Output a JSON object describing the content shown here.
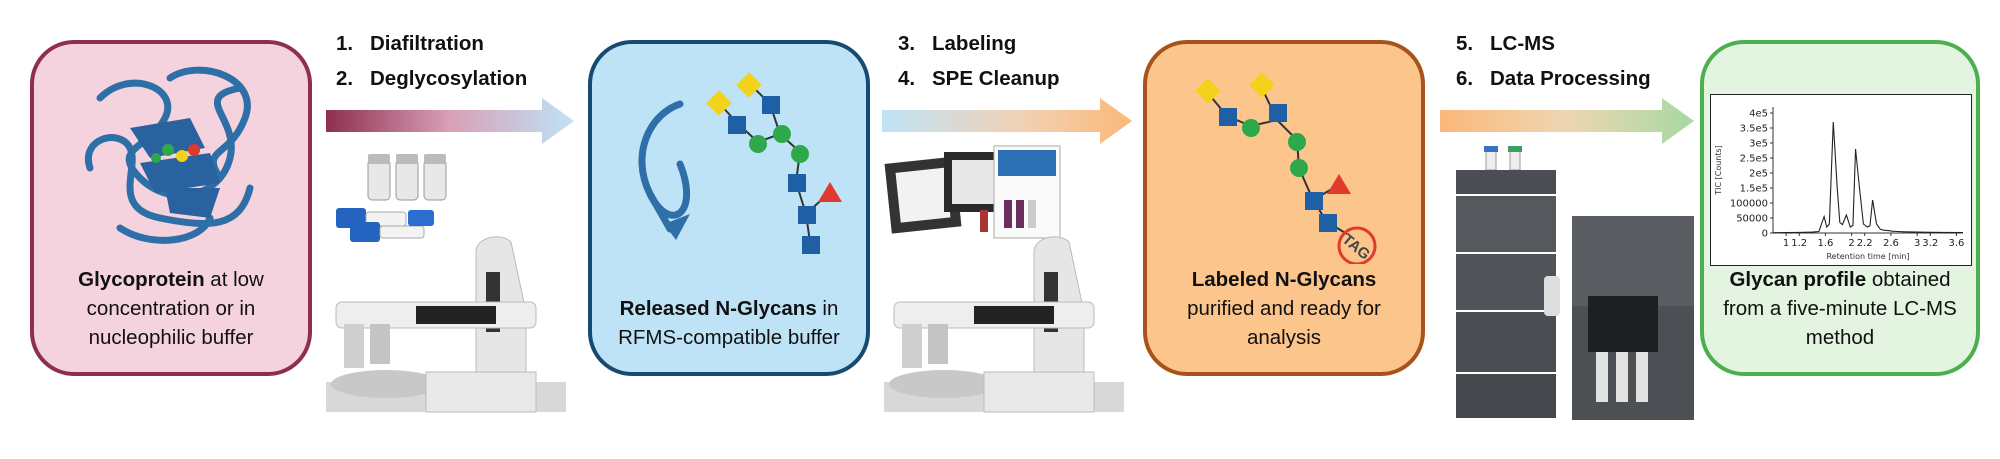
{
  "stages": [
    {
      "bold": "Glycoprotein",
      "rest": " at low concentration or in nucleophilic buffer"
    },
    {
      "bold": "Released N-Glycans",
      "rest": " in RFMS-compatible buffer"
    },
    {
      "bold": "Labeled N-Glycans",
      "rest": " purified and ready for analysis"
    },
    {
      "bold": "Glycan profile",
      "rest": " obtained from a five-minute LC-MS method"
    }
  ],
  "steps": [
    {
      "num": "1.",
      "label": "Diafiltration"
    },
    {
      "num": "2.",
      "label": "Deglycosylation"
    },
    {
      "num": "3.",
      "label": "Labeling"
    },
    {
      "num": "4.",
      "label": "SPE Cleanup"
    },
    {
      "num": "5.",
      "label": "LC-MS"
    },
    {
      "num": "6.",
      "label": "Data Processing"
    }
  ],
  "tag_label": "TAG",
  "colors": {
    "stage1_fill": "#f4d3de",
    "stage1_border": "#8e2f4f",
    "stage2_fill": "#bfe3f6",
    "stage2_border": "#154b73",
    "stage3_fill": "#fbc58b",
    "stage3_border": "#a6541a",
    "stage4_fill": "#e3f4e0",
    "stage4_border": "#4caf50",
    "protein": "#2f6fa8",
    "glycan_blue": "#1f5fa6",
    "glycan_green": "#2ea84a",
    "glycan_yellow": "#f2d21a",
    "glycan_red": "#e03a2f"
  },
  "chart_data": {
    "type": "line",
    "title": "",
    "xlabel": "Retention time [min]",
    "ylabel": "TIC [Counts]",
    "xlim": [
      0.8,
      3.7
    ],
    "ylim": [
      0,
      420000
    ],
    "x_ticks": [
      "1",
      "1.2",
      "1.6",
      "2",
      "2.2",
      "2.6",
      "3",
      "3.2",
      "3.6"
    ],
    "x_tick_values": [
      1,
      1.2,
      1.6,
      2,
      2.2,
      2.6,
      3,
      3.2,
      3.6
    ],
    "y_ticks": [
      "0",
      "50000",
      "100000",
      "1.5e5",
      "2e5",
      "2.5e5",
      "3e5",
      "3.5e5",
      "4e5"
    ],
    "y_tick_values": [
      0,
      50000,
      100000,
      150000,
      200000,
      250000,
      300000,
      350000,
      400000
    ],
    "series": [
      {
        "x": [
          0.8,
          1.0,
          1.2,
          1.4,
          1.5,
          1.58,
          1.62,
          1.66,
          1.72,
          1.78,
          1.82,
          1.86,
          1.92,
          1.98,
          2.02,
          2.06,
          2.12,
          2.18,
          2.24,
          2.28,
          2.32,
          2.38,
          2.44,
          2.5,
          2.56,
          2.62,
          2.7,
          2.8,
          3.0,
          3.2,
          3.4,
          3.7
        ],
        "y": [
          1000,
          1500,
          2000,
          3000,
          5000,
          55000,
          20000,
          30000,
          370000,
          150000,
          35000,
          28000,
          60000,
          20000,
          25000,
          280000,
          150000,
          30000,
          20000,
          24000,
          110000,
          30000,
          12000,
          9000,
          8000,
          6000,
          5000,
          4000,
          3000,
          2500,
          2000,
          1500
        ]
      }
    ]
  }
}
